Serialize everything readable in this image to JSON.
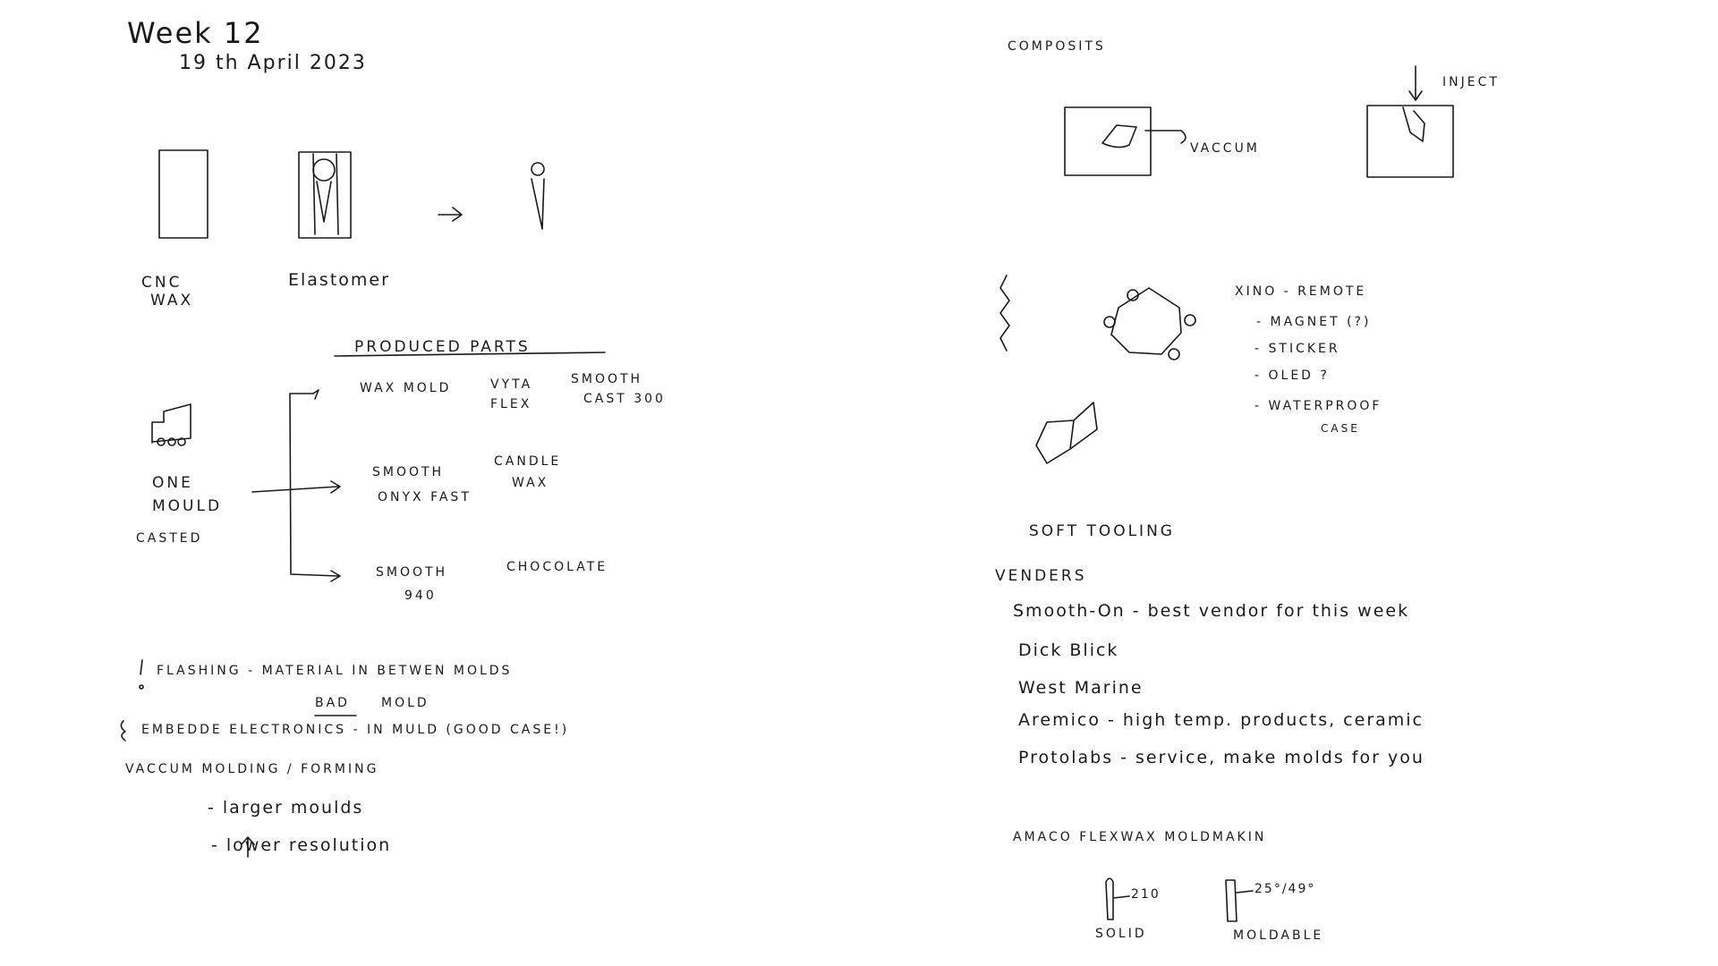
{
  "left": {
    "title": "Week 12",
    "date": "19 th April 2023",
    "cnc_label_1": "CNC",
    "cnc_label_2": "Wax",
    "elastomer_label": "Elastomer",
    "produced_parts_heading": "Produced Parts",
    "one_mould_1": "ONE",
    "one_mould_2": "MOULD",
    "casted": "CASTED",
    "parts": {
      "wax_mold": "Wax Mold",
      "vyta_1": "VYTA",
      "vyta_2": "FLEX",
      "smooth_cast_1": "Smooth",
      "smooth_cast_2": "Cast 300",
      "onyx_1": "Smooth",
      "onyx_2": "ONYX FAST",
      "candle_1": "Candle",
      "candle_2": "Wax",
      "smooth_940_1": "Smooth",
      "smooth_940_2": "940",
      "chocolate": "Chocolate"
    },
    "notes": {
      "flashing": "Flashing - material in betwen molds",
      "bad_mold_1": "BAD",
      "bad_mold_2": "Mold",
      "embedded": "Embedde electronics - in muld (Good case!)",
      "vaccum_molding": "Vaccum molding / Forming",
      "larger": "- larger moulds",
      "lower": "- lower resolution"
    }
  },
  "right": {
    "composits": "Composits",
    "inject": "Inject",
    "vaccum": "Vaccum",
    "xino_title": "XINO - REMOTE",
    "xino_items": [
      "- Magnet (?)",
      "- Sticker",
      "- OLED ?",
      "- Waterproof"
    ],
    "case_label": "case",
    "soft_tooling": "Soft Tooling",
    "venders_heading": "Venders",
    "vendors": [
      "Smooth-On - best vendor for this week",
      "Dick Blick",
      "West Marine",
      "Aremico - high temp. products, ceramic",
      "Protolabs - service, make molds for you"
    ],
    "amaco_title": "Amaco Flexwax Moldmakin",
    "solid_temp": "210",
    "moldable_temp": "25°/49°",
    "solid_label": "Solid",
    "moldable_label": "Moldable"
  }
}
